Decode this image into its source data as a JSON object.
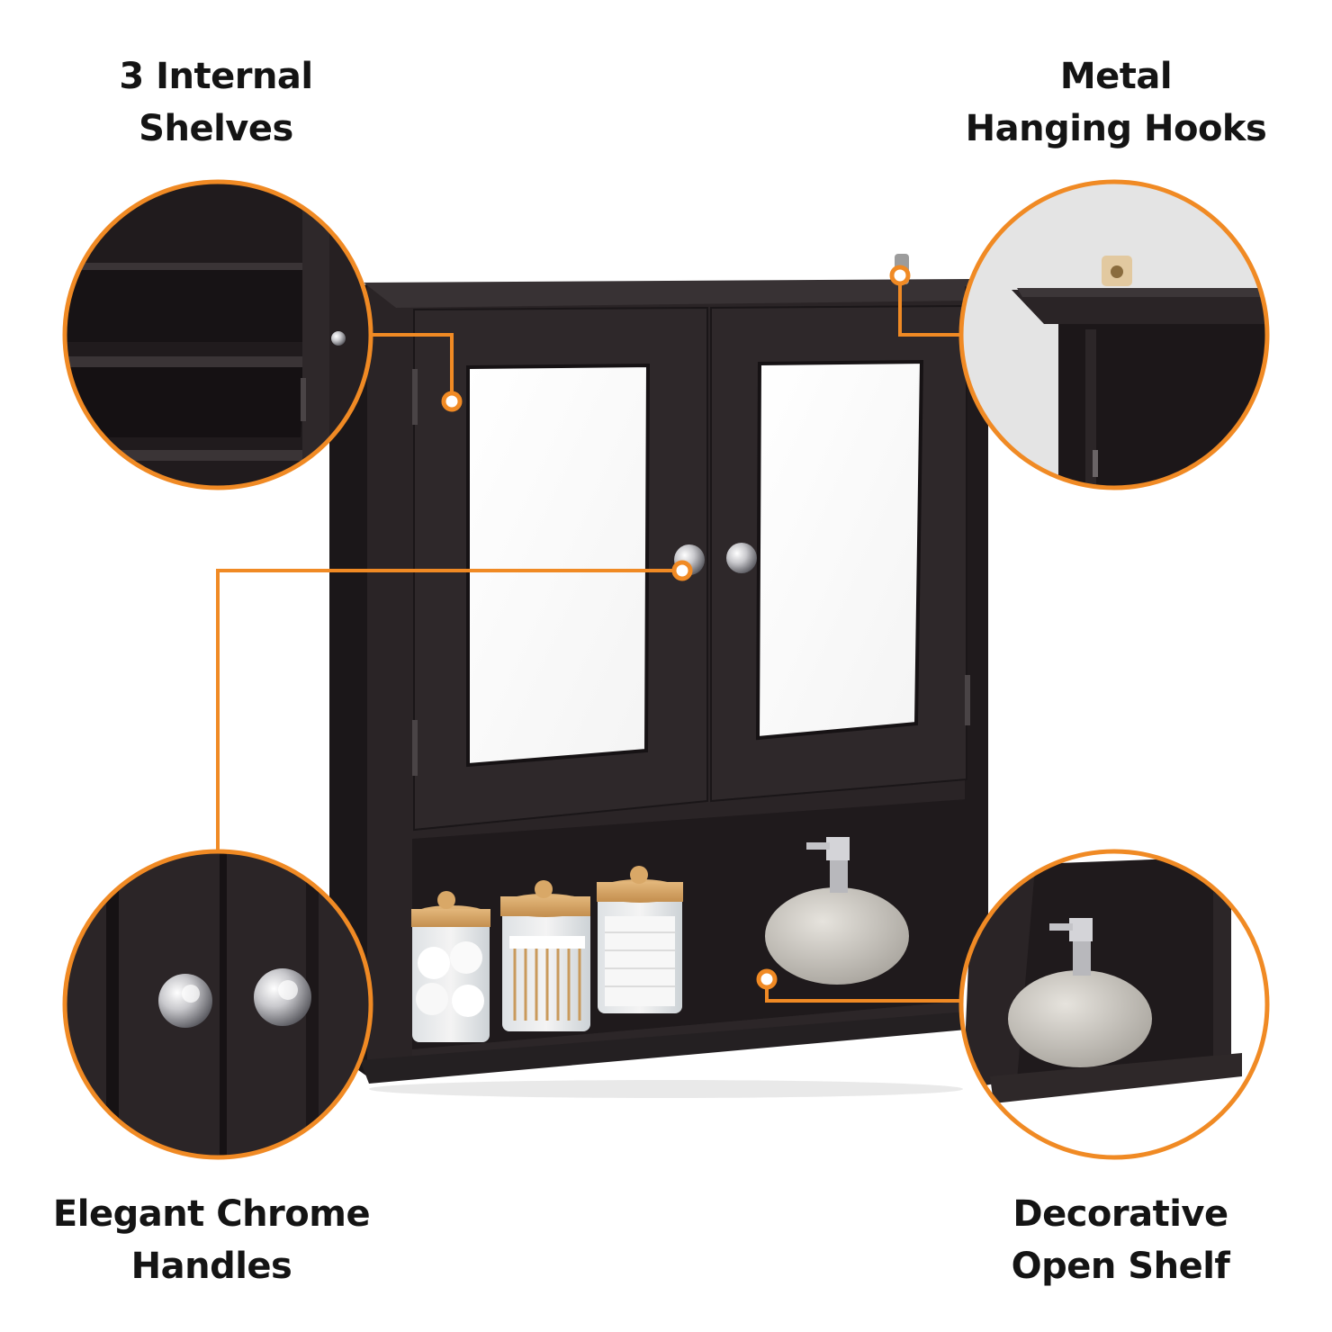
{
  "callouts": {
    "top_left": {
      "line1": "3 Internal",
      "line2": "Shelves"
    },
    "top_right": {
      "line1": "Metal",
      "line2": "Hanging Hooks"
    },
    "bottom_left": {
      "line1": "Elegant Chrome",
      "line2": "Handles"
    },
    "bottom_right": {
      "line1": "Decorative",
      "line2": "Open Shelf"
    }
  },
  "colors": {
    "accent": "#f08a24",
    "cabinet": "#2a2426",
    "background": "#ffffff"
  }
}
